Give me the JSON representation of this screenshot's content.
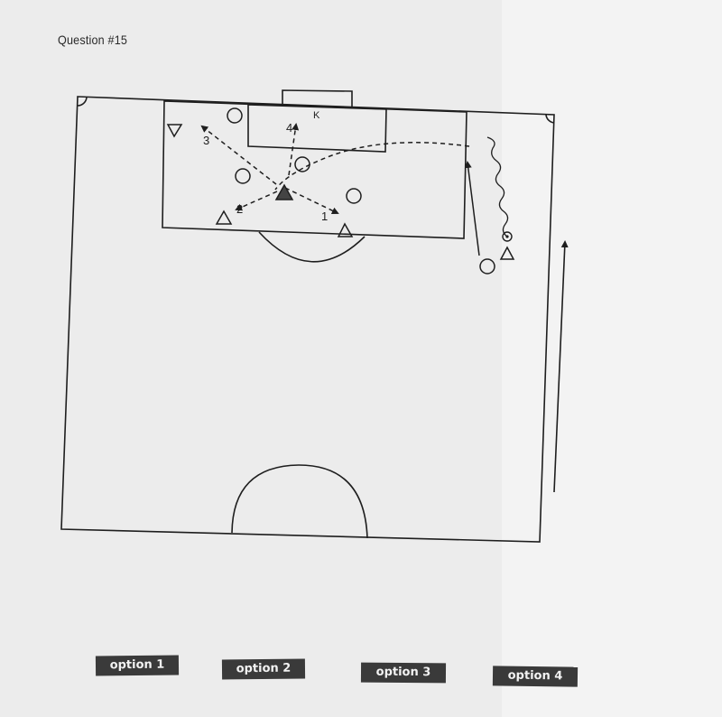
{
  "question": {
    "title": "Question #15"
  },
  "diagram": {
    "pass_labels": [
      "1",
      "2",
      "3",
      "4"
    ],
    "keeper_label": "K"
  },
  "options": [
    {
      "label": "option 1"
    },
    {
      "label": "option 2"
    },
    {
      "label": "option 3"
    },
    {
      "label": "option 4"
    }
  ],
  "colors": {
    "line": "#1e1e1e",
    "button_bg": "#3a3a3a",
    "button_text": "#f2f2f2",
    "paper": "#ececec"
  }
}
